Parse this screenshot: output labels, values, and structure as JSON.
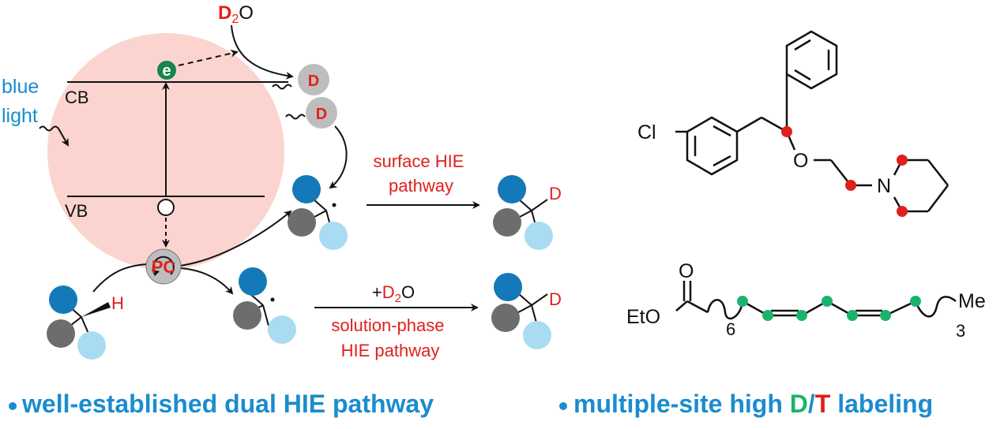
{
  "colors": {
    "red": "#e0201b",
    "blue": "#1a8ccf",
    "green": "#1bb36b",
    "dark_green": "#17864a",
    "circle_fill": "#fbd4d0",
    "atom_blue": "#1479b8",
    "atom_gray": "#6d6d6d",
    "atom_light_blue": "#a9dcf3",
    "badge_gray": "#bdbdbd"
  },
  "photocatalyst": {
    "light_label": "blue light",
    "light_line1": "blue",
    "light_line2": "light",
    "cb_label": "CB",
    "vb_label": "VB",
    "electron_label": "e",
    "pc_label_p": "P",
    "pc_label_c": "C",
    "d2o_d": "D",
    "d2o_sub": "2",
    "d2o_o": "O",
    "surface_d1": "D",
    "surface_d2": "D"
  },
  "pathways": {
    "surface_line1": "surface HIE",
    "surface_line2": "pathway",
    "solution_plus": "+",
    "solution_d": "D",
    "solution_sub": "2",
    "solution_o": "O",
    "solution_line1": "solution-phase",
    "solution_line2": "HIE pathway",
    "product_d1": "D",
    "product_d2": "D",
    "substrate_h": "H"
  },
  "molecules": {
    "top_cl": "Cl",
    "top_o": "O",
    "top_n": "N",
    "bottom_o": "O",
    "bottom_eto": "EtO",
    "bottom_sub6": "6",
    "bottom_me": "Me",
    "bottom_sub3": "3"
  },
  "footer": {
    "left": "well-established dual HIE pathway",
    "right_prefix": "multiple-site high ",
    "right_d": "D",
    "right_slash": "/",
    "right_t": "T",
    "right_suffix": " labeling"
  }
}
